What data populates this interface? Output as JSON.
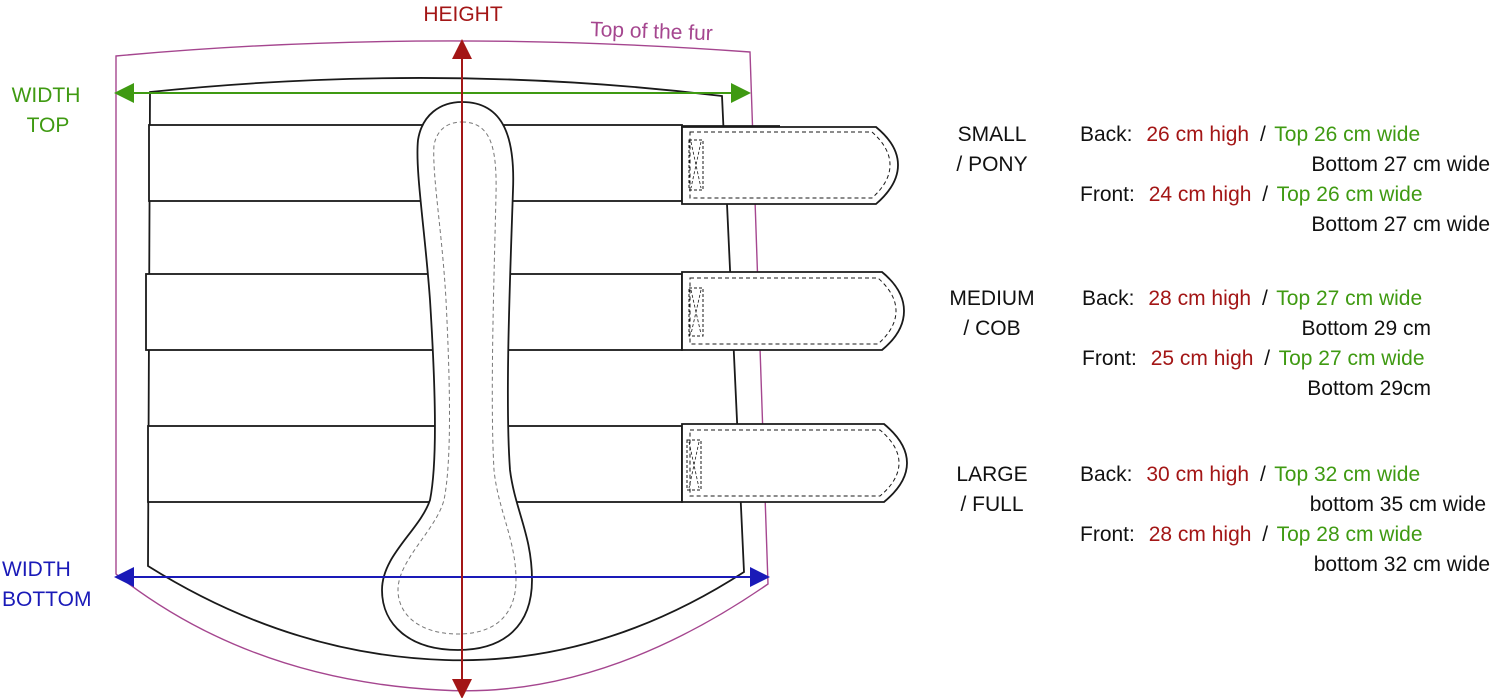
{
  "colors": {
    "outline": "#1a1a1a",
    "fur": "#a5468f",
    "width_top": "#3f9a12",
    "width_bottom": "#1a1ab8",
    "height": "#a31616",
    "text": "#111111"
  },
  "labels": {
    "height": "HEIGHT",
    "fur": "Top of the fur",
    "width_top_line1": "WIDTH",
    "width_top_line2": "TOP",
    "width_bottom_line1": "WIDTH",
    "width_bottom_line2": "BOTTOM"
  },
  "sizes": [
    {
      "name_line1": "SMALL",
      "name_line2": "/ PONY",
      "back_label": "Back:",
      "back_high": "26 cm high",
      "back_sep": "/",
      "back_top": "Top 26 cm wide",
      "back_bottom": "Bottom  27 cm wide",
      "front_label": "Front:",
      "front_high": "24 cm high",
      "front_sep": "/",
      "front_top": "Top 26 cm wide",
      "front_bottom": "Bottom 27 cm wide"
    },
    {
      "name_line1": "MEDIUM",
      "name_line2": "/ COB",
      "back_label": "Back:",
      "back_high": "28 cm high",
      "back_sep": "/",
      "back_top": "Top 27 cm wide",
      "back_bottom": "Bottom 29 cm",
      "front_label": "Front:",
      "front_high": "25 cm high",
      "front_sep": "/",
      "front_top": "Top 27 cm wide",
      "front_bottom": "Bottom 29cm"
    },
    {
      "name_line1": "LARGE",
      "name_line2": "/ FULL",
      "back_label": "Back:",
      "back_high": "30 cm high",
      "back_sep": "/",
      "back_top": "Top 32 cm wide",
      "back_bottom": "bottom 35 cm wide",
      "front_label": "Front:",
      "front_high": "28 cm high",
      "front_sep": "/",
      "front_top": "Top 28 cm wide",
      "front_bottom": "bottom 32 cm wide"
    }
  ]
}
